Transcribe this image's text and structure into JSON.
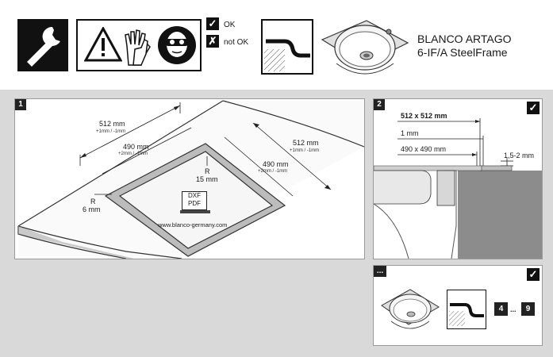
{
  "header": {
    "legend_ok": "OK",
    "legend_not_ok": "not OK",
    "product_line1": "BLANCO ARTAGO",
    "product_line2": "6-IF/A SteelFrame"
  },
  "panel1": {
    "number": "1",
    "dim_outer_w": "512 mm",
    "dim_outer_w_tol": "+1mm / -1mm",
    "dim_inner_w": "490 mm",
    "dim_inner_w_tol": "+2mm / -1mm",
    "dim_outer_d": "512 mm",
    "dim_outer_d_tol": "+1mm / -1mm",
    "dim_inner_d": "490 mm",
    "dim_inner_d_tol": "+2mm / -1mm",
    "radius_inner_l1": "R",
    "radius_inner_l2": "15 mm",
    "radius_outer_l1": "R",
    "radius_outer_l2": "6 mm",
    "file_dxf": "DXF",
    "file_pdf": "PDF",
    "website": "www.blanco-germany.com"
  },
  "panel2": {
    "number": "2",
    "cutout": "512 x 512 mm",
    "gap": "1 mm",
    "inner": "490 x 490 mm",
    "thickness": "1,5-2 mm"
  },
  "panel3": {
    "number": "...",
    "step_from": "4",
    "ellipsis": "...",
    "step_to": "9"
  },
  "icons": {
    "ok_mark": "✓",
    "not_ok_mark": "✗"
  }
}
